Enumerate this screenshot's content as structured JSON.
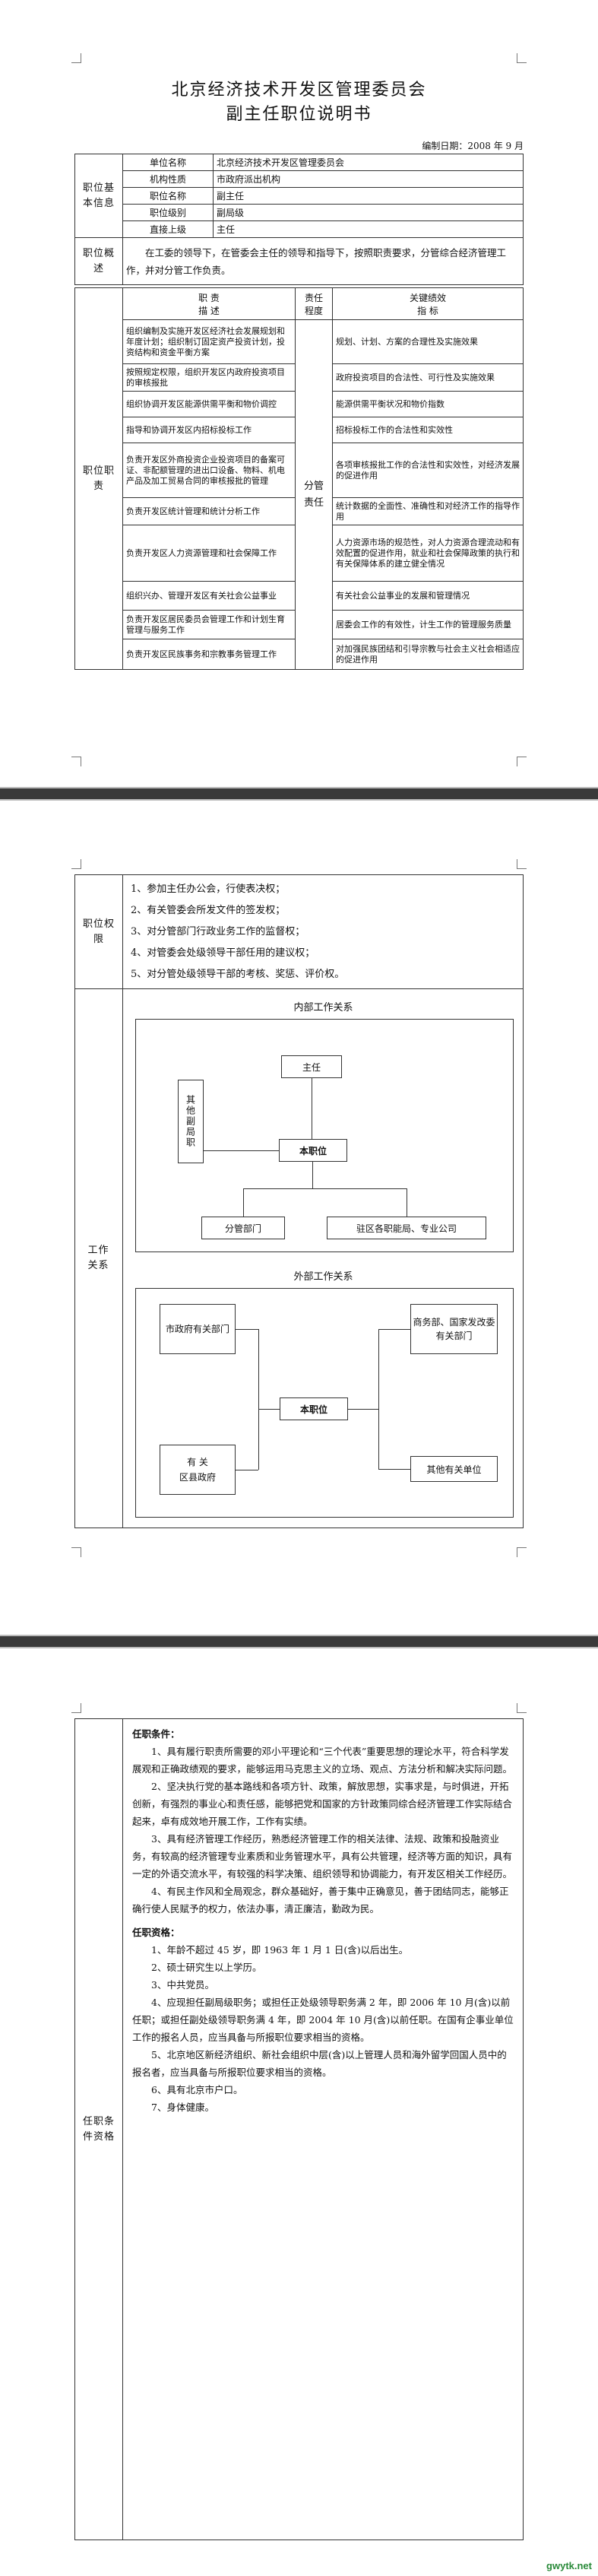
{
  "doc": {
    "title1": "北京经济技术开发区管理委员会",
    "title2": "副主任职位说明书",
    "date": "编制日期：2008 年 9 月"
  },
  "info": {
    "section": "职位基本信息",
    "rows": [
      {
        "label": "单位名称",
        "value": "北京经济技术开发区管理委员会"
      },
      {
        "label": "机构性质",
        "value": "市政府派出机构"
      },
      {
        "label": "职位名称",
        "value": "副主任"
      },
      {
        "label": "职位级别",
        "value": "副局级"
      },
      {
        "label": "直接上级",
        "value": "主任"
      }
    ]
  },
  "overview": {
    "section": "职位概述",
    "text": "在工委的领导下，在管委会主任的领导和指导下，按照职责要求，分管综合经济管理工作，并对分管工作负责。"
  },
  "duties": {
    "section": "职位职责",
    "h_desc": "职      责\n描      述",
    "h_deg": "责任\n程度",
    "h_kpi": "关键绩效\n指      标",
    "degree": "分管\n责任",
    "rows": [
      {
        "desc": "组织编制及实施开发区经济社会发展规划和年度计划；组织制订固定资产投资计划，投资结构和资金平衡方案",
        "kpi": "规划、计划、方案的合理性及实施效果"
      },
      {
        "desc": "按照规定权限，组织开发区内政府投资项目的审核报批",
        "kpi": "政府投资项目的合法性、可行性及实施效果"
      },
      {
        "desc": "组织协调开发区能源供需平衡和物价调控",
        "kpi": "能源供需平衡状况和物价指数"
      },
      {
        "desc": "指导和协调开发区内招标投标工作",
        "kpi": "招标投标工作的合法性和实效性"
      },
      {
        "desc": "负责开发区外商投资企业投资项目的备案可证、非配额管理的进出口设备、物料、机电产品及加工贸易合同的审核报批的管理",
        "kpi": "各项审核报批工作的合法性和实效性，对经济发展的促进作用"
      },
      {
        "desc": "负责开发区统计管理和统计分析工作",
        "kpi": "统计数据的全面性、准确性和对经济工作的指导作用"
      },
      {
        "desc": "负责开发区人力资源管理和社会保障工作",
        "kpi": "人力资源市场的规范性，对人力资源合理流动和有效配置的促进作用，就业和社会保障政策的执行和有关保障体系的建立健全情况"
      },
      {
        "desc": "组织兴办、管理开发区有关社会公益事业",
        "kpi": "有关社会公益事业的发展和管理情况"
      },
      {
        "desc": "负责开发区居民委员会管理工作和计划生育管理与服务工作",
        "kpi": "居委会工作的有效性，计生工作的管理服务质量"
      },
      {
        "desc": "负责开发区民族事务和宗教事务管理工作",
        "kpi": "对加强民族团结和引导宗教与社会主义社会相适应的促进作用"
      }
    ]
  },
  "authority": {
    "section": "职位权限",
    "items": [
      "1、参加主任办公会，行使表决权；",
      "2、有关管委会所发文件的签发权；",
      "3、对分管部门行政业务工作的监督权；",
      "4、对管委会处级领导干部任用的建议权；",
      "5、对分管处级领导干部的考核、奖惩、评价权。"
    ]
  },
  "relations": {
    "section": "工作关系",
    "internal_title": "内部工作关系",
    "external_title": "外部工作关系",
    "internal": {
      "top": "主任",
      "left": "其他副局职",
      "center": "本职位",
      "bottom_left": "分管部门",
      "bottom_right": "驻区各职能局、专业公司"
    },
    "external": {
      "center": "本职位",
      "left_top": "市政府有关部门",
      "left_bottom": "有    关\n区县政府",
      "right_top": "商务部、国家发改委有关部门",
      "right_bottom": "其他有关单位"
    }
  },
  "qualifications": {
    "section": "任职条件资格",
    "cond_title": "任职条件：",
    "conditions": [
      "1、具有履行职责所需要的邓小平理论和“三个代表”重要思想的理论水平，符合科学发展观和正确政绩观的要求，能够运用马克思主义的立场、观点、方法分析和解决实际问题。",
      "2、坚决执行党的基本路线和各项方针、政策，解放思想，实事求是，与时俱进，开拓创新，有强烈的事业心和责任感，能够把党和国家的方针政策同综合经济管理工作实际结合起来，卓有成效地开展工作，工作有实绩。",
      "3、具有经济管理工作经历，熟悉经济管理工作的相关法律、法规、政策和投融资业务，有较高的经济管理专业素质和业务管理水平，具有公共管理，经济等方面的知识，具有一定的外语交流水平，有较强的科学决策、组织领导和协调能力，有开发区相关工作经历。",
      "4、有民主作风和全局观念，群众基础好，善于集中正确意见，善于团结同志，能够正确行使人民赋予的权力，依法办事，清正廉洁，勤政为民。"
    ],
    "qual_title": "任职资格：",
    "qualifications": [
      "1、年龄不超过 45 岁，即 1963 年 1 月 1 日(含)以后出生。",
      "2、硕士研究生以上学历。",
      "3、中共党员。",
      "4、应现担任副局级职务；或担任正处级领导职务满 2 年，即 2006 年 10 月(含)以前任职；或担任副处级领导职务满 4 年，即 2004 年 10 月(含)以前任职。在国有企事业单位工作的报名人员，应当具备与所报职位要求相当的资格。",
      "5、北京地区新经济组织、新社会组织中层(含)以上管理人员和海外留学回国人员中的报名者，应当具备与所报职位要求相当的资格。",
      "6、具有北京市户口。",
      "7、身体健康。"
    ]
  },
  "watermark": "gwytk.net"
}
